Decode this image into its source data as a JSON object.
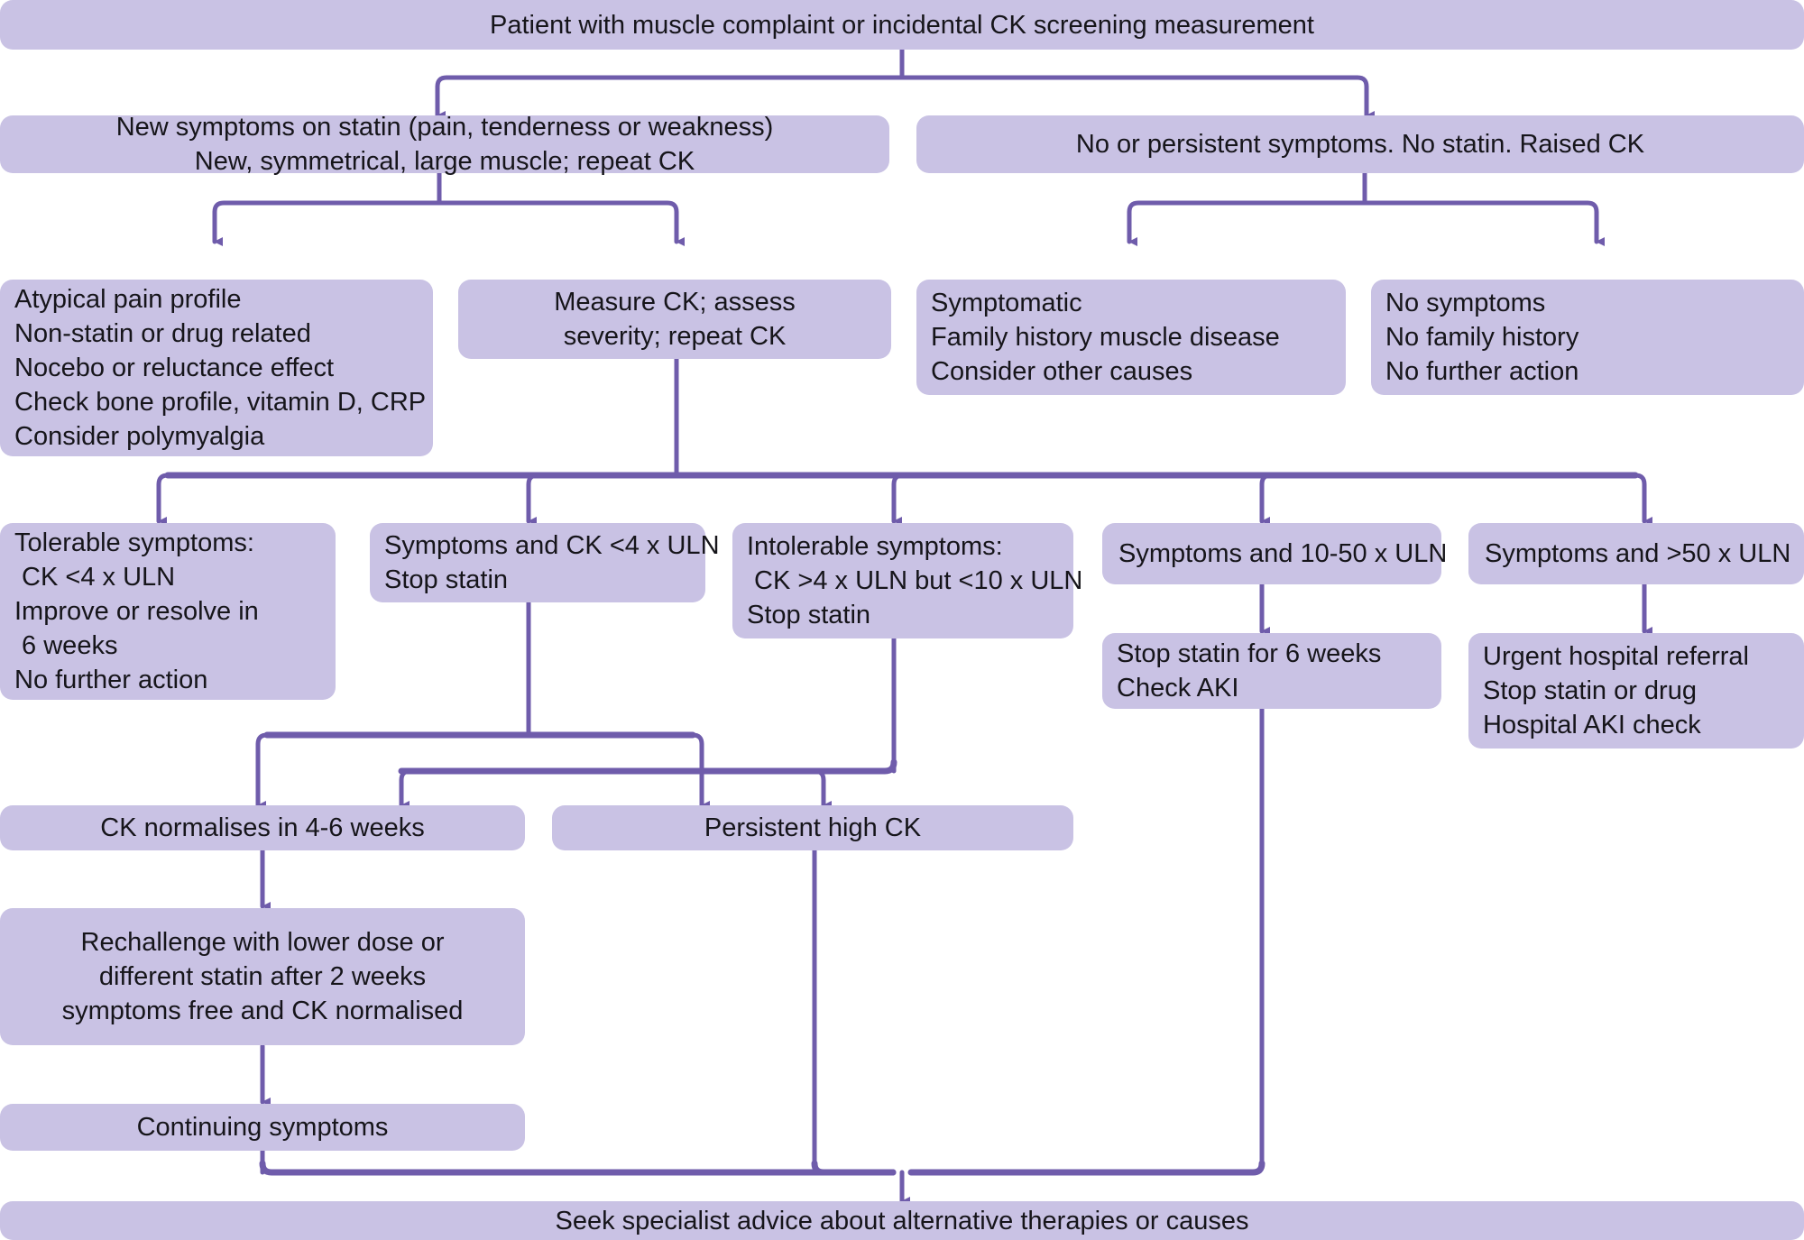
{
  "title": "Statin associated muscle symptoms / raised CK management flowchart",
  "palette": {
    "node_fill": "#c9c2e4",
    "connector": "#6f5cab",
    "text": "#16151a",
    "background": "#ffffff"
  },
  "nodes": {
    "root": {
      "lines": [
        "Patient with muscle complaint or incidental CK screening measurement"
      ]
    },
    "statin_branch": {
      "lines": [
        "New symptoms on statin (pain, tenderness or weakness)",
        "New, symmetrical, large muscle; repeat CK"
      ]
    },
    "nostatin_branch": {
      "lines": [
        "No or persistent symptoms. No statin. Raised CK"
      ]
    },
    "atypical": {
      "lines": [
        "Atypical pain profile",
        "Non-statin or drug related",
        "Nocebo or reluctance effect",
        "Check bone profile, vitamin D, CRP",
        "Consider polymyalgia"
      ]
    },
    "measure_ck": {
      "lines": [
        "Measure CK; assess",
        "severity; repeat CK"
      ]
    },
    "symptomatic": {
      "lines": [
        "Symptomatic",
        "Family history muscle disease",
        "Consider other causes"
      ]
    },
    "no_symptoms": {
      "lines": [
        "No symptoms",
        "No family history",
        "No further action"
      ]
    },
    "tolerable": {
      "lines": [
        "Tolerable symptoms:",
        " CK <4 x ULN",
        "Improve or resolve in",
        " 6 weeks",
        "No further action"
      ]
    },
    "sym_ck_lt4": {
      "lines": [
        "Symptoms and CK <4 x ULN",
        "Stop statin"
      ]
    },
    "intolerable": {
      "lines": [
        "Intolerable symptoms:",
        " CK >4 x ULN but <10 x ULN",
        "Stop statin"
      ]
    },
    "sym_10_50": {
      "lines": [
        "Symptoms and 10-50 x ULN"
      ]
    },
    "sym_gt50": {
      "lines": [
        "Symptoms and >50 x ULN"
      ]
    },
    "stop_6w": {
      "lines": [
        "Stop statin for 6 weeks",
        "Check AKI"
      ]
    },
    "urgent": {
      "lines": [
        "Urgent hospital referral",
        "Stop statin or drug",
        "Hospital AKI check"
      ]
    },
    "ck_normalises": {
      "lines": [
        "CK normalises in 4-6 weeks"
      ]
    },
    "persistent": {
      "lines": [
        "Persistent high CK"
      ]
    },
    "rechallenge": {
      "lines": [
        "Rechallenge with lower dose or",
        "different statin after 2 weeks",
        "symptoms free and CK normalised"
      ]
    },
    "continuing": {
      "lines": [
        "Continuing symptoms"
      ]
    },
    "specialist": {
      "lines": [
        "Seek specialist advice about alternative therapies or causes"
      ]
    }
  },
  "chart_data": {
    "type": "diagram",
    "title": "Patient with muscle complaint or incidental CK screening measurement",
    "edges": [
      {
        "from": "root",
        "to": "statin_branch"
      },
      {
        "from": "root",
        "to": "nostatin_branch"
      },
      {
        "from": "statin_branch",
        "to": "atypical"
      },
      {
        "from": "statin_branch",
        "to": "measure_ck"
      },
      {
        "from": "nostatin_branch",
        "to": "symptomatic"
      },
      {
        "from": "nostatin_branch",
        "to": "no_symptoms"
      },
      {
        "from": "measure_ck",
        "to": "tolerable"
      },
      {
        "from": "measure_ck",
        "to": "sym_ck_lt4"
      },
      {
        "from": "measure_ck",
        "to": "intolerable"
      },
      {
        "from": "measure_ck",
        "to": "sym_10_50"
      },
      {
        "from": "measure_ck",
        "to": "sym_gt50"
      },
      {
        "from": "sym_10_50",
        "to": "stop_6w"
      },
      {
        "from": "sym_gt50",
        "to": "urgent"
      },
      {
        "from": "sym_ck_lt4",
        "to": "ck_normalises"
      },
      {
        "from": "sym_ck_lt4",
        "to": "persistent"
      },
      {
        "from": "intolerable",
        "to": "ck_normalises"
      },
      {
        "from": "intolerable",
        "to": "persistent"
      },
      {
        "from": "ck_normalises",
        "to": "rechallenge"
      },
      {
        "from": "rechallenge",
        "to": "continuing"
      },
      {
        "from": "continuing",
        "to": "specialist"
      },
      {
        "from": "persistent",
        "to": "specialist"
      },
      {
        "from": "stop_6w",
        "to": "specialist"
      }
    ]
  }
}
